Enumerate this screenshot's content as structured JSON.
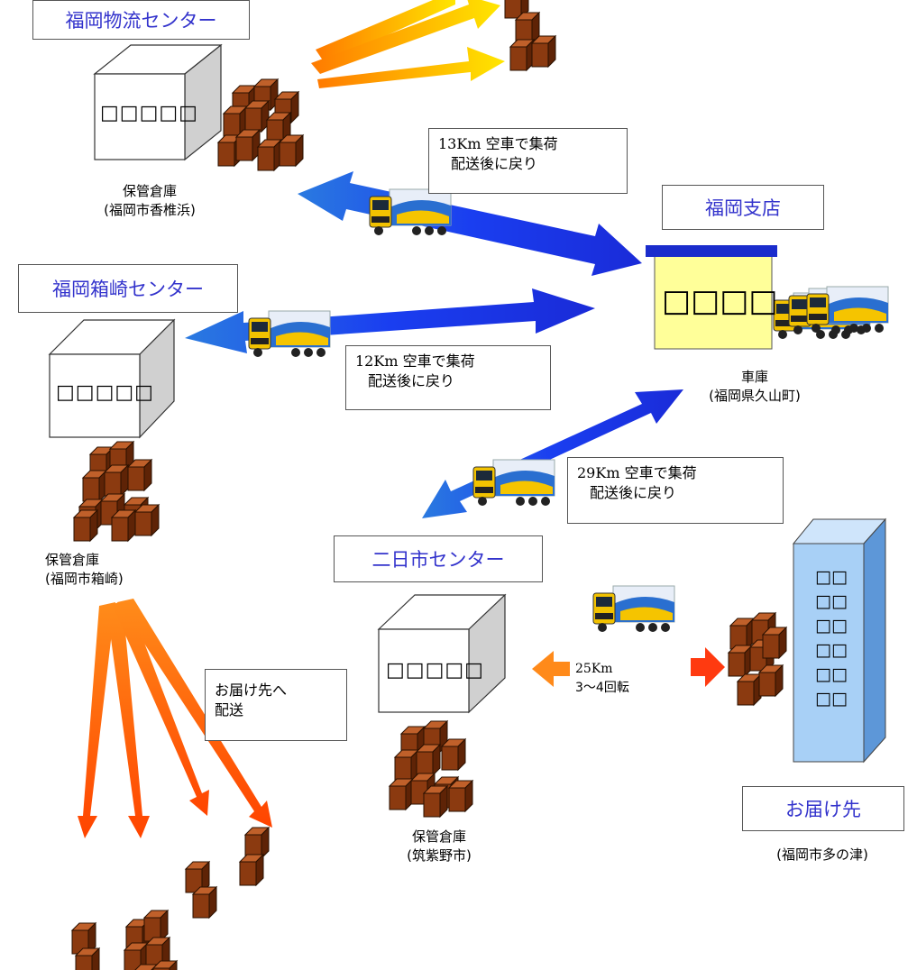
{
  "colors": {
    "label_text": "#3333cc",
    "box": "#8b3a10",
    "building_blue": "#a8d0f6",
    "depot_yellow": "#ffff99",
    "depot_roof": "#1a2ccc",
    "arrow_blue": "#2249e8",
    "arrow_orange": "#ff6a00"
  },
  "centers": {
    "fukuoka_butsuryu": "福岡物流センター",
    "fukuoka_shiten": "福岡支店",
    "fukuoka_hakozaki": "福岡箱崎センター",
    "futsukaichi": "二日市センター",
    "otodokesaki": "お届け先"
  },
  "buildings": {
    "warehouse_marks": "□□□□□",
    "depot_marks": "□□□□",
    "office_marks": [
      "□□",
      "□□",
      "□□",
      "□□",
      "□□",
      "□□"
    ]
  },
  "captions": {
    "butsuryu_warehouse": {
      "line1": "保管倉庫",
      "line2": "(福岡市香椎浜)"
    },
    "depot": {
      "line1": "車庫",
      "line2": "(福岡県久山町)"
    },
    "hakozaki_warehouse": {
      "line1": "保管倉庫",
      "line2": "(福岡市箱崎)"
    },
    "chikushino_warehouse": {
      "line1": "保管倉庫",
      "line2": "(筑紫野市)"
    },
    "destination_location": "(福岡市多の津)"
  },
  "routes": {
    "r13": {
      "line1": "13Km  空車で集荷",
      "line2": "配送後に戻り"
    },
    "r12": {
      "line1": "12Km  空車で集荷",
      "line2": "配送後に戻り"
    },
    "r29": {
      "line1": "29Km  空車で集荷",
      "line2": "配送後に戻り"
    },
    "r25": {
      "line1": "25Km",
      "line2": "3～4回転"
    },
    "delivery": {
      "line1": "お届け先へ",
      "line2": "配送"
    }
  }
}
